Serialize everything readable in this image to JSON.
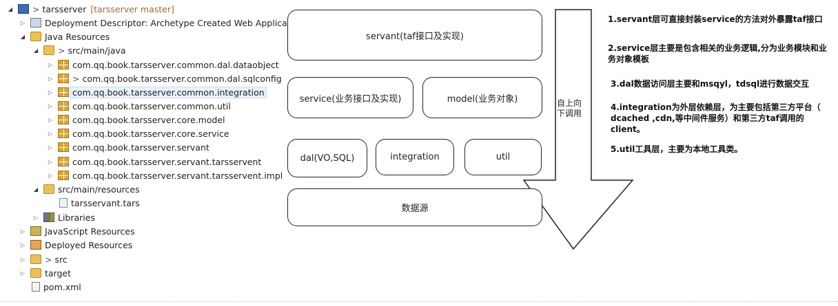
{
  "tree": {
    "rows": [
      {
        "label": "tarsserver",
        "prefix": "> ",
        "decoration": "[tarsserver master]",
        "icon": "project-icon"
      },
      {
        "label": "Deployment Descriptor: Archetype Created Web Application",
        "icon": "descriptor-icon"
      },
      {
        "label": "Java Resources",
        "icon": "java-resources-icon"
      },
      {
        "label": "src/main/java",
        "prefix": "> ",
        "icon": "source-folder-icon"
      },
      {
        "label": "com.qq.book.tarsserver.common.dal.dataobject",
        "icon": "package-icon"
      },
      {
        "label": "com.qq.book.tarsserver.common.dal.sqlconfig",
        "prefix": "> ",
        "icon": "package-icon"
      },
      {
        "label": "com.qq.book.tarsserver.common.integration",
        "icon": "package-icon",
        "selected": true
      },
      {
        "label": "com.qq.book.tarsserver.common.util",
        "icon": "package-icon"
      },
      {
        "label": "com.qq.book.tarsserver.core.model",
        "icon": "package-icon"
      },
      {
        "label": "com.qq.book.tarsserver.core.service",
        "icon": "package-icon"
      },
      {
        "label": "com.qq.book.tarsserver.servant",
        "icon": "package-icon"
      },
      {
        "label": "com.qq.book.tarsserver.servant.tarsservent",
        "icon": "package-icon"
      },
      {
        "label": "com.qq.book.tarsserver.servant.tarsservent.impl",
        "icon": "package-icon"
      },
      {
        "label": "src/main/resources",
        "icon": "source-folder-icon"
      },
      {
        "label": "tarsservant.tars",
        "icon": "file-icon"
      },
      {
        "label": "Libraries",
        "icon": "libraries-icon"
      },
      {
        "label": "JavaScript Resources",
        "icon": "javascript-icon"
      },
      {
        "label": "Deployed Resources",
        "icon": "deployed-icon"
      },
      {
        "label": "src",
        "prefix": "> ",
        "icon": "folder-icon"
      },
      {
        "label": "target",
        "icon": "folder-icon"
      },
      {
        "label": "pom.xml",
        "icon": "xml-file-icon"
      }
    ]
  },
  "diagram": {
    "servant": "servant(taf接口及实现)",
    "service": "service(业务接口及实现)",
    "model": "model(业务对象)",
    "dal": "dal(VO,SQL)",
    "integration": "integration",
    "util": "util",
    "datasource": "数据源",
    "arrow_label": "自上向下调用"
  },
  "notes": [
    "1.servant层可直接封装service的方法对外暴露taf接口",
    "2.service层主要是包含相关的业务逻辑,分为业务模块和业务对象模板",
    "3.dal数据访问层主要和msqyl，tdsql进行数据交互",
    "4.integration为外层依赖层，为主要包括第三方平台（ dcached ,cdn,等中间件服务）和第三方taf调用的client。",
    "5.util工具层，主要为本地工具类。"
  ]
}
